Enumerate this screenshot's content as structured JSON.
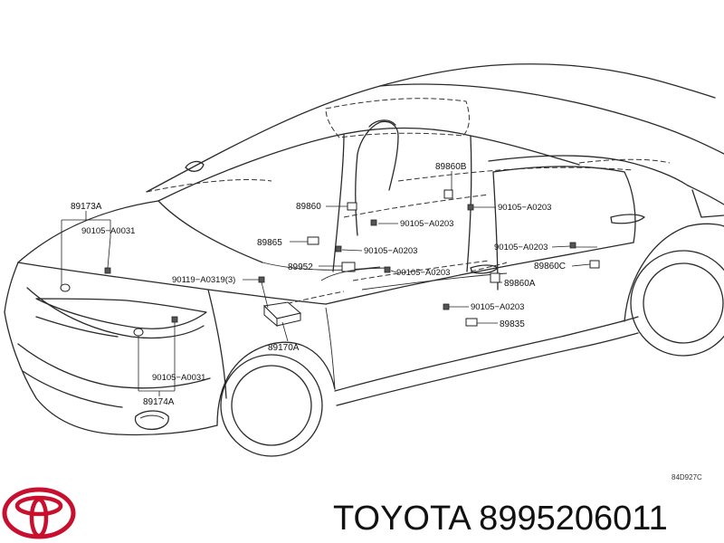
{
  "labels": {
    "l89173A": "89173A",
    "l90105_A0031_top": "90105−A0031",
    "l89860": "89860",
    "l89860B": "89860B",
    "l90105_A0203_a": "90105−A0203",
    "l90105_A0203_b": "90105−A0203",
    "l89865": "89865",
    "l90105_A0203_c": "90105−A0203",
    "l90105_A0203_d": "90105−A0203",
    "l89860C": "89860C",
    "l89952": "89952",
    "l90105_A0203_e": "90105−A0203",
    "l89860A": "89860A",
    "l90119_A0319": "90119−A0319(3)",
    "l90105_A0203_f": "90105−A0203",
    "l89835": "89835",
    "l89170A": "89170A",
    "l90105_A0031_bottom": "90105−A0031",
    "l89174A": "89174A"
  },
  "diagram_code": "84D927C",
  "brand": {
    "logo": "toyota-logo-icon",
    "caption": "TOYOTA 8995206011",
    "color": "#c8102e"
  }
}
